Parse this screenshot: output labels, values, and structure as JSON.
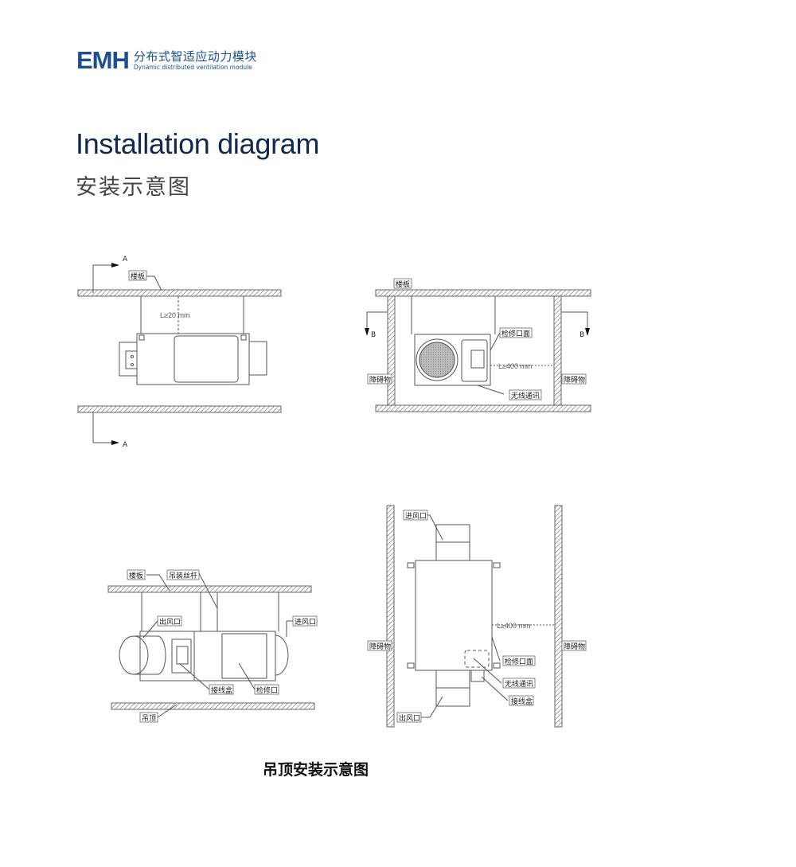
{
  "header": {
    "logo_mark": "EMH",
    "logo_cn": "分布式智适应动力模块",
    "logo_en": "Dynamic distributed ventilation module",
    "brand_color": "#1d4f91"
  },
  "title": {
    "en": "Installation diagram",
    "cn": "安装示意图",
    "en_color": "#13294b"
  },
  "views": {
    "front_view": {
      "slab_label": "楼板",
      "section_marker": "A",
      "clearance": "L≥20  mm"
    },
    "section_b_view": {
      "slab_label": "楼板",
      "section_marker": "B",
      "access_panel_label": "检修口面",
      "obstacle_label_left": "障碍物",
      "obstacle_label_right": "障碍物",
      "wireless_label": "无线通讯",
      "clearance": "L≥400  mm"
    },
    "ceiling_side_view": {
      "slab_label": "楼板",
      "rod_label": "吊装丝杆",
      "outlet_label": "出风口",
      "inlet_label": "进风口",
      "junction_box_label": "接线盒",
      "access_port_label": "检修口",
      "ceiling_label": "吊顶"
    },
    "ceiling_top_view": {
      "inlet_label": "进风口",
      "obstacle_label_left": "障碍物",
      "obstacle_label_right": "障碍物",
      "access_panel_label": "检修口面",
      "wireless_label": "无线通讯",
      "junction_box_label": "接线盒",
      "outlet_label": "出风口",
      "clearance": "L≥400  mm"
    }
  },
  "caption": "吊顶安装示意图"
}
